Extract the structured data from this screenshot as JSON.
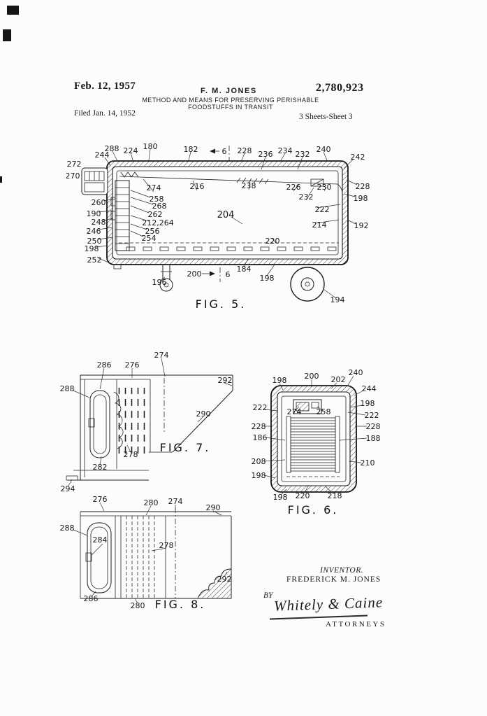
{
  "header": {
    "date": "Feb. 12, 1957",
    "author": "F. M. JONES",
    "patent_number": "2,780,923",
    "title_line1": "METHOD AND MEANS FOR PRESERVING PERISHABLE",
    "title_line2": "FOODSTUFFS IN TRANSIT",
    "filed": "Filed Jan. 14, 1952",
    "sheet_info": "3 Sheets-Sheet 3"
  },
  "fig5": {
    "caption": "FIG. 5.",
    "labels": [
      "288",
      "224",
      "180",
      "182",
      "6",
      "228",
      "236",
      "234",
      "232",
      "240",
      "242",
      "244",
      "272",
      "270",
      "274",
      "216",
      "238",
      "226",
      "230",
      "232",
      "228",
      "198",
      "260",
      "258",
      "268",
      "262",
      "190",
      "248",
      "212,264",
      "204",
      "222",
      "246",
      "214",
      "192",
      "250",
      "256",
      "254",
      "198",
      "252",
      "220",
      "198",
      "184",
      "200",
      "6",
      "196",
      "194"
    ]
  },
  "fig6": {
    "caption": "FIG. 6.",
    "labels": [
      "240",
      "198",
      "200",
      "202",
      "244",
      "198",
      "222",
      "274",
      "258",
      "222",
      "228",
      "228",
      "186",
      "188",
      "208",
      "210",
      "198",
      "198",
      "220",
      "218"
    ]
  },
  "fig7": {
    "caption": "FIG. 7.",
    "labels": [
      "274",
      "286",
      "276",
      "288",
      "292",
      "290",
      "278",
      "282",
      "294"
    ]
  },
  "fig8": {
    "caption": "FIG. 8.",
    "labels": [
      "276",
      "280",
      "274",
      "290",
      "288",
      "284",
      "278",
      "292",
      "286",
      "280"
    ]
  },
  "signature_block": {
    "inventor_label": "INVENTOR.",
    "inventor_name": "FREDERICK  M. JONES",
    "by_label": "BY",
    "signature": "Whitely & Caine",
    "attorneys_label": "ATTORNEYS"
  }
}
